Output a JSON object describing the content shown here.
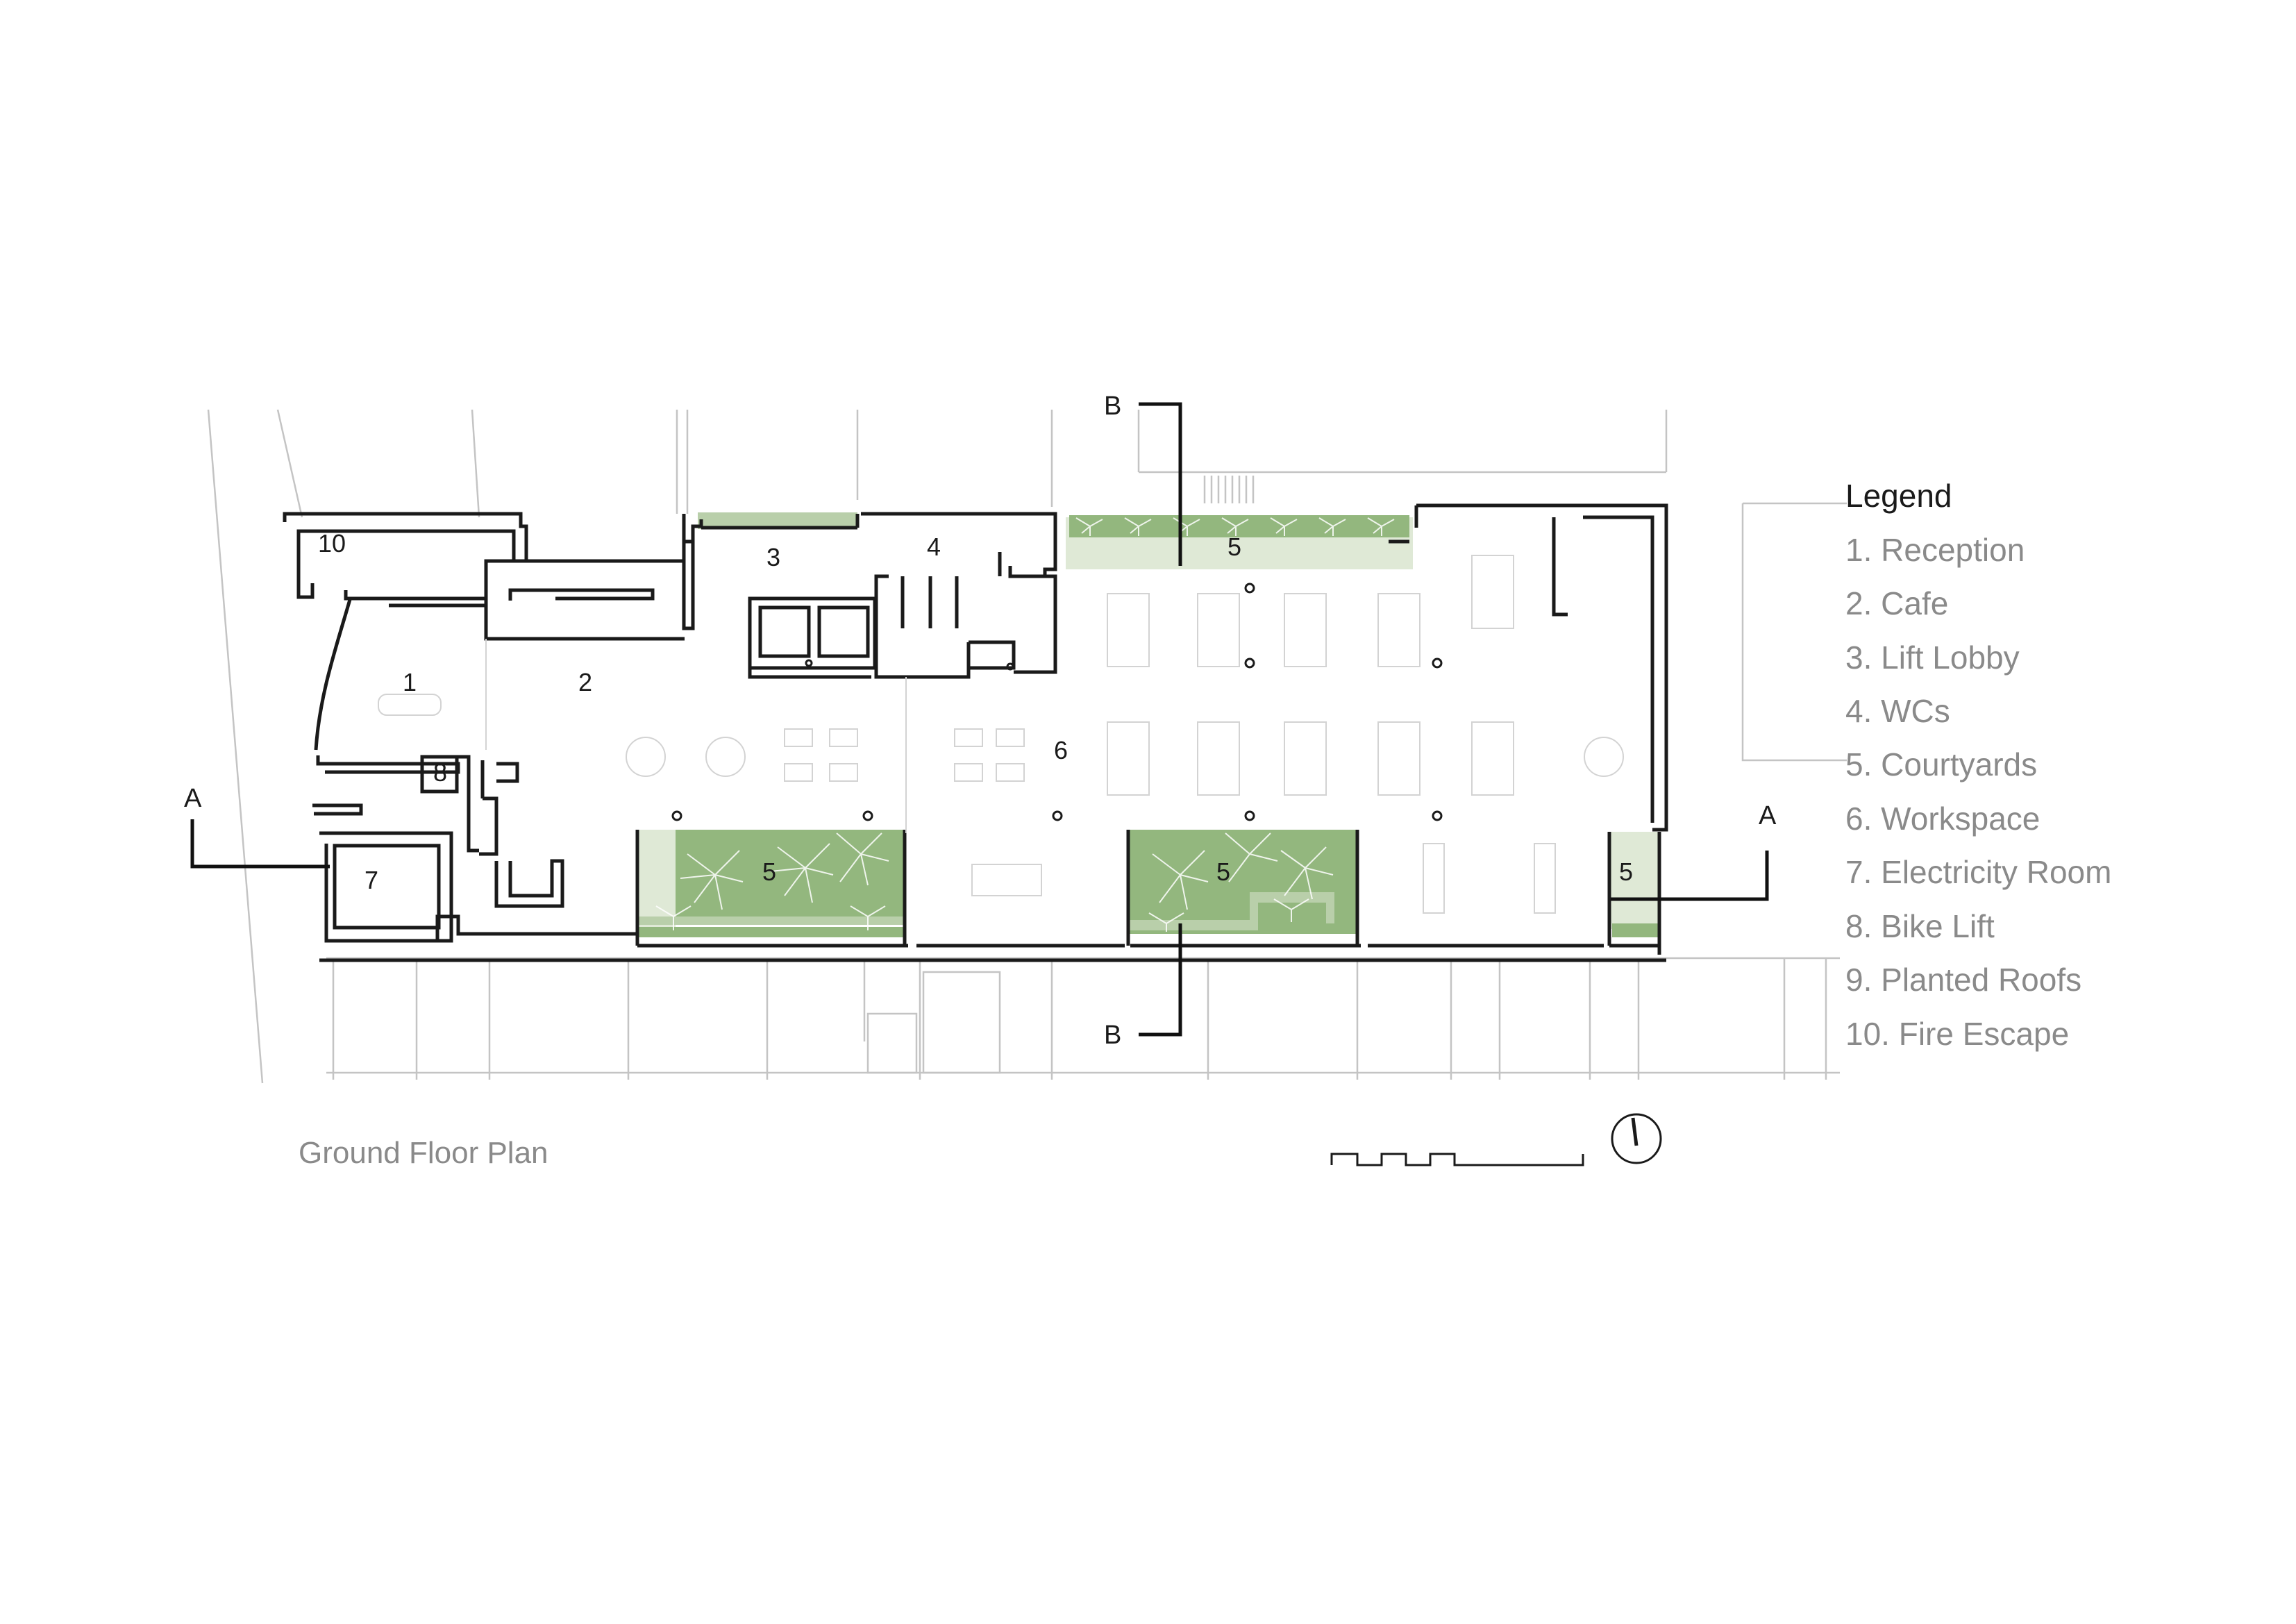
{
  "plan_title": "Ground Floor Plan",
  "legend": {
    "title": "Legend",
    "items": [
      "1. Reception",
      "2. Cafe",
      "3. Lift Lobby",
      "4. WCs",
      "5. Courtyards",
      "6. Workspace",
      "7. Electricity Room",
      "8. Bike Lift",
      "9. Planted Roofs",
      "10. Fire Escape"
    ]
  },
  "room_labels": {
    "r1": "1",
    "r2": "2",
    "r3": "3",
    "r4": "4",
    "r5a": "5",
    "r5b": "5",
    "r5c": "5",
    "r5d": "5",
    "r6": "6",
    "r7": "7",
    "r8": "8",
    "r10": "10"
  },
  "section_markers": {
    "a_left": "A",
    "a_right": "A",
    "b_top": "B",
    "b_bottom": "B"
  },
  "colors": {
    "wall": "#1a1a1a",
    "courtyard_green": "#93b77e",
    "text_grey": "#8a8a8a"
  },
  "icons": [
    "north-arrow-icon",
    "scale-bar-icon"
  ]
}
